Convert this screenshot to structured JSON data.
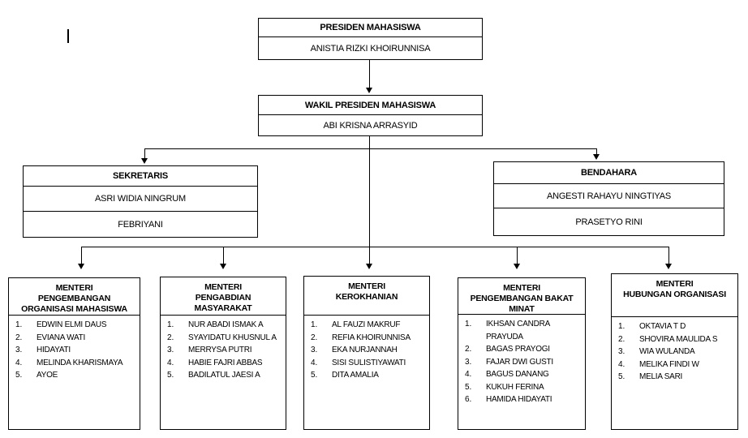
{
  "colors": {
    "line": "#000000",
    "text": "#000000",
    "background": "#ffffff"
  },
  "chart": {
    "president": {
      "title": "PRESIDEN MAHASISWA",
      "name": "ANISTIA RIZKI KHOIRUNNISA"
    },
    "vice_president": {
      "title": "WAKIL PRESIDEN MAHASISWA",
      "name": "ABI KRISNA ARRASYID"
    },
    "secretary": {
      "title": "SEKRETARIS",
      "members": [
        "ASRI WIDIA NINGRUM",
        "FEBRIYANI"
      ]
    },
    "treasurer": {
      "title": "BENDAHARA",
      "members": [
        "ANGESTI RAHAYU NINGTIYAS",
        "PRASETYO RINI"
      ]
    },
    "ministries": [
      {
        "title_lines": [
          "MENTERI",
          "PENGEMBANGAN",
          "ORGANISASI MAHASISWA"
        ],
        "members": [
          {
            "no": "1.",
            "name": "EDWIN ELMI DAUS"
          },
          {
            "no": "2.",
            "name": "EVIANA WATI"
          },
          {
            "no": "3.",
            "name": "HIDAYATI"
          },
          {
            "no": "4.",
            "name": "MELINDA KHARISMAYA"
          },
          {
            "no": "5.",
            "name": "AYOE"
          }
        ]
      },
      {
        "title_lines": [
          "MENTERI",
          "PENGABDIAN",
          "MASYARAKAT"
        ],
        "members": [
          {
            "no": "1.",
            "name": "NUR ABADI ISMAK A"
          },
          {
            "no": "2.",
            "name": "SYAYIDATU KHUSNUL A"
          },
          {
            "no": "3.",
            "name": "MERRYSA PUTRI"
          },
          {
            "no": "4.",
            "name": "HABIE FAJRI ABBAS"
          },
          {
            "no": "5.",
            "name": "BADILATUL JAESI A"
          }
        ]
      },
      {
        "title_lines": [
          "MENTERI",
          "KEROKHANIAN"
        ],
        "members": [
          {
            "no": "1.",
            "name": "AL FAUZI MAKRUF"
          },
          {
            "no": "2.",
            "name": "REFIA KHOIRUNNISA"
          },
          {
            "no": "3.",
            "name": "EKA NURJANNAH"
          },
          {
            "no": "4.",
            "name": "SISI SULISTIYAWATI"
          },
          {
            "no": "5.",
            "name": "DITA AMALIA"
          }
        ]
      },
      {
        "title_lines": [
          "MENTERI",
          "PENGEMBANGAN BAKAT",
          "MINAT"
        ],
        "members": [
          {
            "no": "1.",
            "name": "IKHSAN CANDRA PRAYUDA"
          },
          {
            "no": "2.",
            "name": "BAGAS PRAYOGI"
          },
          {
            "no": "3.",
            "name": "FAJAR DWI GUSTI"
          },
          {
            "no": "4.",
            "name": "BAGUS DANANG"
          },
          {
            "no": "5.",
            "name": "KUKUH FERINA"
          },
          {
            "no": "6.",
            "name": "HAMIDA HIDAYATI"
          }
        ]
      },
      {
        "title_lines": [
          "MENTERI",
          "HUBUNGAN ORGANISASI"
        ],
        "members": [
          {
            "no": "1.",
            "name": "OKTAVIA T D"
          },
          {
            "no": "2.",
            "name": "SHOVIRA MAULIDA S"
          },
          {
            "no": "3.",
            "name": "WIA WULANDA"
          },
          {
            "no": "4.",
            "name": "MELIKA FINDI W"
          },
          {
            "no": "5.",
            "name": "MELIA SARI"
          }
        ]
      }
    ]
  }
}
